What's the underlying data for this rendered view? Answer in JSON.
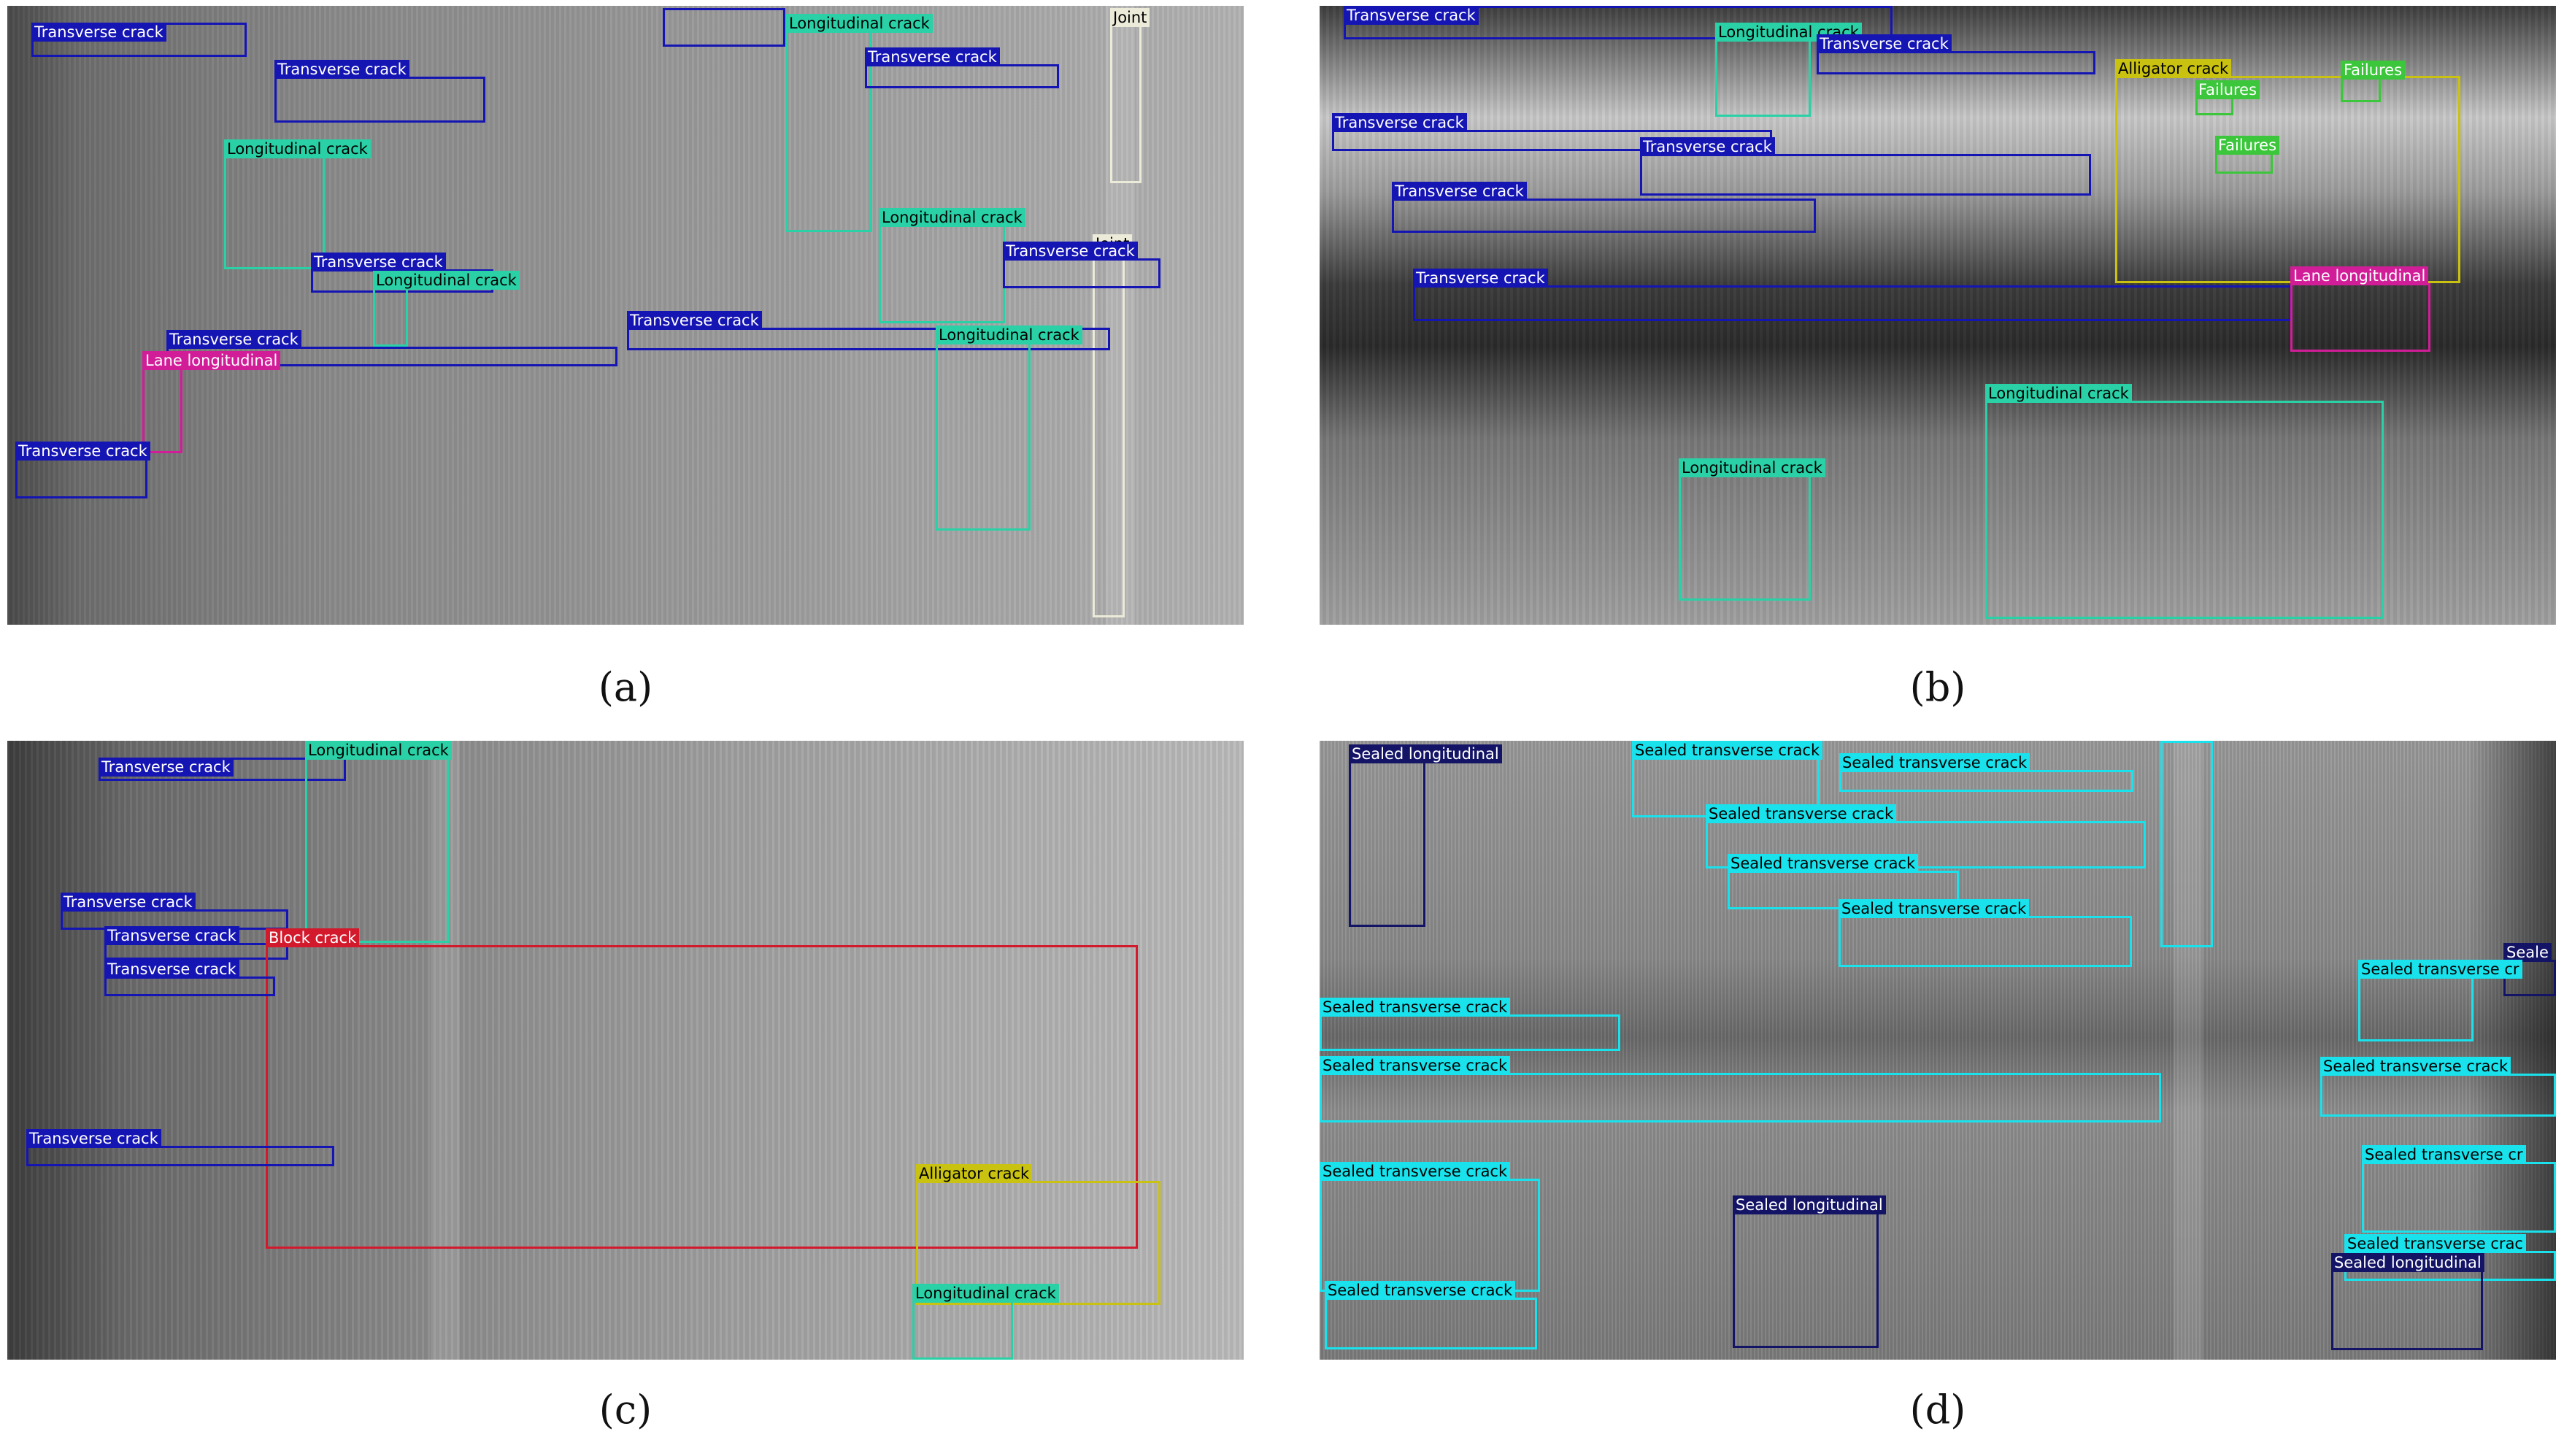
{
  "panels": [
    {
      "id": "a",
      "caption": "(a)",
      "boxes": [
        {
          "label": "Transverse crack",
          "color": "#1515b4",
          "text_color": "#ffffff"
        },
        {
          "label": "",
          "color": "#1515b4",
          "text_color": "#ffffff"
        },
        {
          "label": "Longitudinal crack",
          "color": "#2ad1a6",
          "text_color": "#000000"
        },
        {
          "label": "Transverse crack",
          "color": "#1515b4",
          "text_color": "#ffffff"
        },
        {
          "label": "Joint",
          "color": "#ecead8",
          "text_color": "#000000"
        },
        {
          "label": "Transverse crack",
          "color": "#1515b4",
          "text_color": "#ffffff"
        },
        {
          "label": "Longitudinal crack",
          "color": "#2ad1a6",
          "text_color": "#000000"
        },
        {
          "label": "Longitudinal crack",
          "color": "#2ad1a6",
          "text_color": "#000000"
        },
        {
          "label": "Joint",
          "color": "#ecead8",
          "text_color": "#000000"
        },
        {
          "label": "Transverse crack",
          "color": "#1515b4",
          "text_color": "#ffffff"
        },
        {
          "label": "Transverse crack",
          "color": "#1515b4",
          "text_color": "#ffffff"
        },
        {
          "label": "Longitudinal crack",
          "color": "#2ad1a6",
          "text_color": "#000000"
        },
        {
          "label": "Transverse crack",
          "color": "#1515b4",
          "text_color": "#ffffff"
        },
        {
          "label": "Transverse crack",
          "color": "#1515b4",
          "text_color": "#ffffff"
        },
        {
          "label": "Longitudinal crack",
          "color": "#2ad1a6",
          "text_color": "#000000"
        },
        {
          "label": "Lane longitudinal",
          "color": "#d21d98",
          "text_color": "#ffffff"
        },
        {
          "label": "Transverse crack",
          "color": "#1515b4",
          "text_color": "#ffffff"
        }
      ]
    },
    {
      "id": "b",
      "caption": "(b)",
      "boxes": [
        {
          "label": "Transverse crack",
          "color": "#1515b4",
          "text_color": "#ffffff"
        },
        {
          "label": "Longitudinal crack",
          "color": "#2ad1a6",
          "text_color": "#000000"
        },
        {
          "label": "Transverse crack",
          "color": "#1515b4",
          "text_color": "#ffffff"
        },
        {
          "label": "Alligator crack",
          "color": "#c9c210",
          "text_color": "#000000"
        },
        {
          "label": "Failures",
          "color": "#3cc63c",
          "text_color": "#ffffff"
        },
        {
          "label": "Failures",
          "color": "#3cc63c",
          "text_color": "#ffffff"
        },
        {
          "label": "Failures",
          "color": "#3cc63c",
          "text_color": "#ffffff"
        },
        {
          "label": "Transverse crack",
          "color": "#1515b4",
          "text_color": "#ffffff"
        },
        {
          "label": "Transverse crack",
          "color": "#1515b4",
          "text_color": "#ffffff"
        },
        {
          "label": "Transverse crack",
          "color": "#1515b4",
          "text_color": "#ffffff"
        },
        {
          "label": "Transverse crack",
          "color": "#1515b4",
          "text_color": "#ffffff"
        },
        {
          "label": "Lane longitudinal",
          "color": "#d21d98",
          "text_color": "#ffffff"
        },
        {
          "label": "Longitudinal crack",
          "color": "#2ad1a6",
          "text_color": "#000000"
        },
        {
          "label": "Longitudinal crack",
          "color": "#2ad1a6",
          "text_color": "#000000"
        }
      ]
    },
    {
      "id": "c",
      "caption": "(c)",
      "boxes": [
        {
          "label": "Transverse crack",
          "color": "#1515b4",
          "text_color": "#ffffff"
        },
        {
          "label": "Longitudinal crack",
          "color": "#2ad1a6",
          "text_color": "#000000"
        },
        {
          "label": "Transverse crack",
          "color": "#1515b4",
          "text_color": "#ffffff"
        },
        {
          "label": "Transverse crack",
          "color": "#1515b4",
          "text_color": "#ffffff"
        },
        {
          "label": "Block crack",
          "color": "#d21a2c",
          "text_color": "#ffffff"
        },
        {
          "label": "Transverse crack",
          "color": "#1515b4",
          "text_color": "#ffffff"
        },
        {
          "label": "Transverse crack",
          "color": "#1515b4",
          "text_color": "#ffffff"
        },
        {
          "label": "Alligator crack",
          "color": "#c9c210",
          "text_color": "#000000"
        },
        {
          "label": "Longitudinal crack",
          "color": "#2ad1a6",
          "text_color": "#000000"
        }
      ]
    },
    {
      "id": "d",
      "caption": "(d)",
      "boxes": [
        {
          "label": "Sealed longitudinal",
          "color": "#141466",
          "text_color": "#ffffff"
        },
        {
          "label": "Sealed transverse crack",
          "color": "#19e2ec",
          "text_color": "#000000"
        },
        {
          "label": "Sealed transverse crack",
          "color": "#19e2ec",
          "text_color": "#000000"
        },
        {
          "label": "Sealed transverse crack",
          "color": "#19e2ec",
          "text_color": "#000000"
        },
        {
          "label": "Sealed transverse crack",
          "color": "#19e2ec",
          "text_color": "#000000"
        },
        {
          "label": "Sealed transverse crack",
          "color": "#19e2ec",
          "text_color": "#000000"
        },
        {
          "label": "",
          "color": "#19e2ec",
          "text_color": "#000000"
        },
        {
          "label": "Sealed transverse crack",
          "color": "#19e2ec",
          "text_color": "#000000"
        },
        {
          "label": "Sealed transverse crack",
          "color": "#19e2ec",
          "text_color": "#000000"
        },
        {
          "label": "Sealed transverse crack",
          "color": "#19e2ec",
          "text_color": "#000000"
        },
        {
          "label": "Sealed transverse crack",
          "color": "#19e2ec",
          "text_color": "#000000"
        },
        {
          "label": "Sealed longitudinal",
          "color": "#141466",
          "text_color": "#ffffff"
        },
        {
          "label": "Seale",
          "color": "#141466",
          "text_color": "#ffffff"
        },
        {
          "label": "Sealed transverse cr",
          "color": "#19e2ec",
          "text_color": "#000000"
        },
        {
          "label": "Sealed transverse crack",
          "color": "#19e2ec",
          "text_color": "#000000"
        },
        {
          "label": "Sealed transverse cr",
          "color": "#19e2ec",
          "text_color": "#000000"
        },
        {
          "label": "Sealed transverse crac",
          "color": "#19e2ec",
          "text_color": "#000000"
        },
        {
          "label": "Sealed longitudinal",
          "color": "#141466",
          "text_color": "#ffffff"
        }
      ]
    }
  ]
}
